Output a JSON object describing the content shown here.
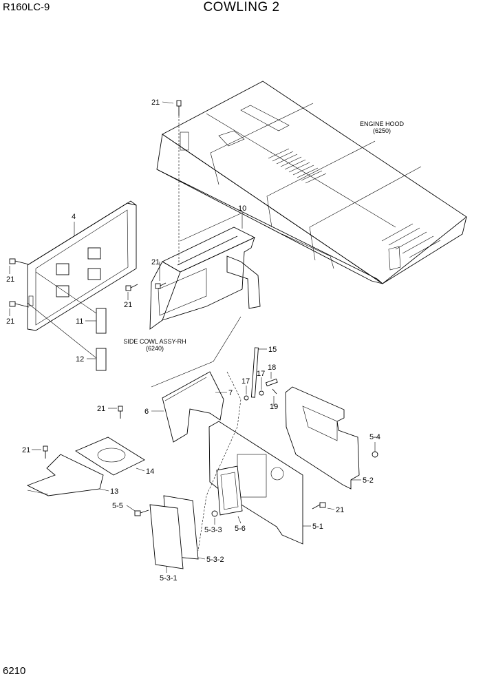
{
  "header": {
    "model": "R160LC-9",
    "title": "COWLING 2"
  },
  "footer": {
    "page_number": "6210"
  },
  "references": {
    "engine_hood": {
      "name": "ENGINE HOOD",
      "code": "(6250)"
    },
    "side_cowl": {
      "name": "SIDE COWL ASSY-RH",
      "code": "(6240)"
    }
  },
  "callouts": {
    "c21_top": "21",
    "c4": "4",
    "c10": "10",
    "c21_left1": "21",
    "c21_left2": "21",
    "c21_mid": "21",
    "c21_cowl": "21",
    "c11": "11",
    "c12": "12",
    "c15": "15",
    "c17a": "17",
    "c17b": "17",
    "c18": "18",
    "c19": "19",
    "c7": "7",
    "c6": "6",
    "c21_p14": "21",
    "c21_p13": "21",
    "c14": "14",
    "c13": "13",
    "c5_4": "5-4",
    "c5_2": "5-2",
    "c21_right": "21",
    "c5_1": "5-1",
    "c5_5": "5-5",
    "c5_3_3": "5-3-3",
    "c5_6": "5-6",
    "c5_3_2": "5-3-2",
    "c5_3_1": "5-3-1"
  }
}
